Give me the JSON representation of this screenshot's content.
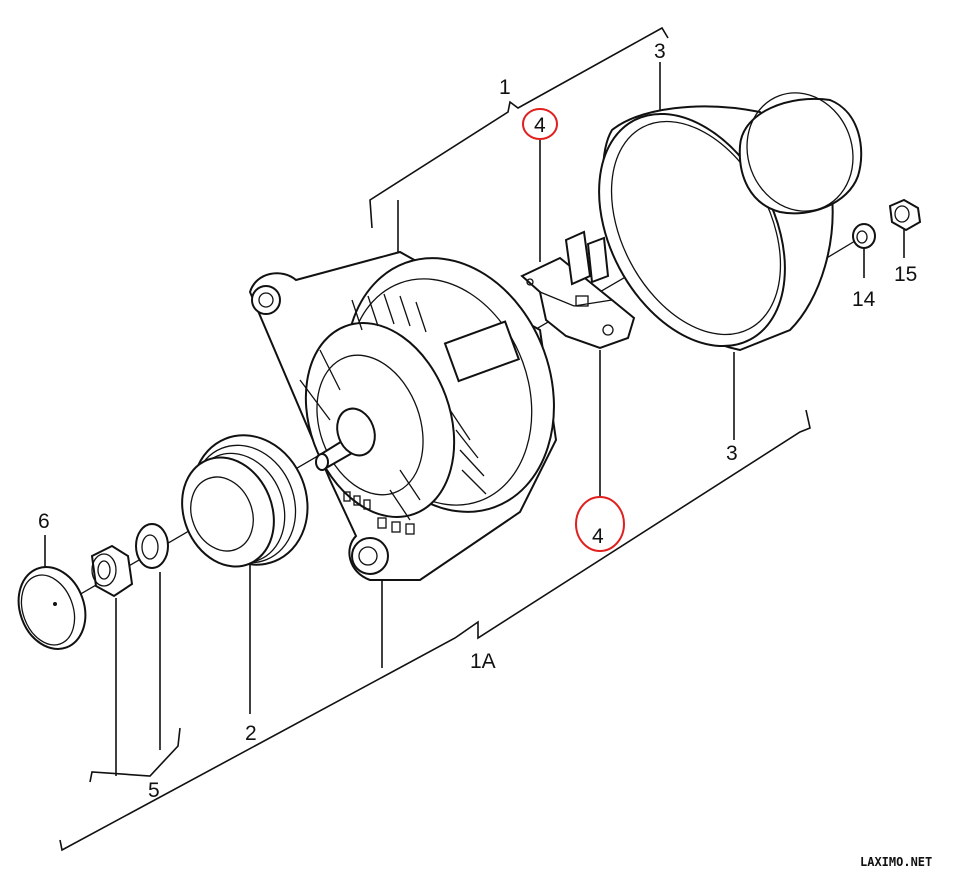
{
  "callouts": {
    "c1": "1",
    "c1a": "1A",
    "c2": "2",
    "c3_top": "3",
    "c3_bottom": "3",
    "c4_top": "4",
    "c4_bottom": "4",
    "c5": "5",
    "c6": "6",
    "c14": "14",
    "c15": "15"
  },
  "highlight_color": "#e0201e",
  "watermark": "LAXIMO.NET"
}
